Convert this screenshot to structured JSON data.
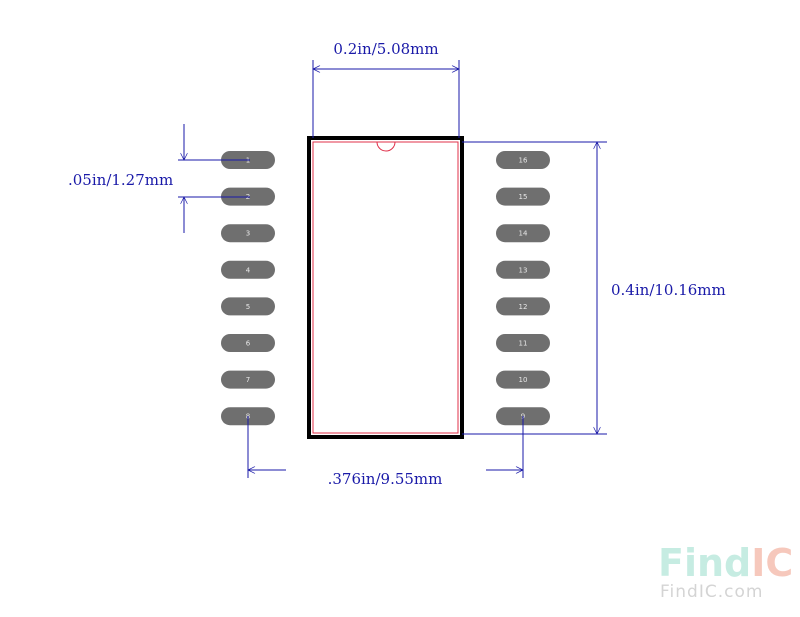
{
  "dimensions": {
    "top_width": "0.2in/5.08mm",
    "pitch": ".05in/1.27mm",
    "body_height": "0.4in/10.16mm",
    "span": ".376in/9.55mm"
  },
  "pins": {
    "left": [
      "1",
      "2",
      "3",
      "4",
      "5",
      "6",
      "7",
      "8"
    ],
    "right": [
      "16",
      "15",
      "14",
      "13",
      "12",
      "11",
      "10",
      "9"
    ]
  },
  "watermark": {
    "logo_part1": "Find",
    "logo_part2": "IC",
    "url": "FindIC.com"
  },
  "colors": {
    "dimension": "#1a1aa8",
    "body_outline": "#000000",
    "inner_outline": "#e0304a",
    "pad": "#6f6f6f",
    "watermark_find": "#c6ece2",
    "watermark_ic": "#f6c8bc"
  }
}
